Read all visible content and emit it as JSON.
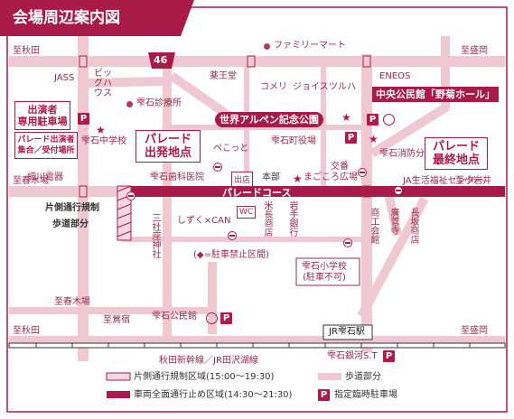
{
  "title": "会場周辺案内図",
  "route_number": "46",
  "places": {
    "family_mart": "ファミリーマート",
    "jass": "JASS",
    "big_house": "ビッグハウス",
    "shizukuishi_clinic": "雫石診療所",
    "yakuodo": "薬王堂",
    "komeri": "コメリ",
    "joyce": "ジョイス",
    "tsuruha": "ツルハ",
    "eneos": "ENEOS",
    "chuo_kominkan": "中央公民館「野菊ホール」",
    "world_alpen_park": "世界アルペン記念公園",
    "town_office": "雫石町役場",
    "junior_high": "雫石中学校",
    "fire_station": "雫石消防分署",
    "kosha": "交番",
    "dental": "雫石歯科医院",
    "pekotto": "ぺこっと",
    "deguchi": "出店",
    "honbu": "本部",
    "magokoro": "まごころ広場",
    "ja_center": "JA生活福祉センター",
    "hosokawa": "細川電器",
    "sanshain": "三社座神社",
    "shizuku_can": "しずく×CAN",
    "wc": "WC",
    "kome_nagao": "米長商店",
    "iwate_bank": "岩手銀行",
    "shoukoukai": "商工会館",
    "hirogi": "廣菅寺",
    "nagasaka": "長坂商店",
    "elementary": "雫石小学校\n(駐車不可)",
    "kominkan": "雫石公民館",
    "jr_station": "JR雫石駅",
    "ginga_st": "雫石銀河S.T"
  },
  "labels": {
    "parade_start": "パレード\n出発地点",
    "parade_end": "パレード\n最終地点",
    "parade_course": "パレードコース",
    "parking_title": "出演者\n専用駐車場",
    "meeting": "パレード出演者\n集合／受付場所",
    "one_way": "片側通行規制",
    "sidewalk_part": "歩道部分",
    "no_parking_section": "(◆=駐車禁止区間)",
    "railway": "秋田新幹線／JR田沢湖線"
  },
  "directions": {
    "akita_top": "至秋田",
    "morioka_top": "至盛岡",
    "harukiba_left": "至春木場",
    "koshiwari": "至小岩井",
    "harukiba_lower": "至春木場",
    "gosho": "至鶯宿",
    "akita_bottom": "至秋田",
    "morioka_bottom": "至盛岡"
  },
  "legend": {
    "one_way_zone": "片側通行規制区域(15:00〜19:30)",
    "sidewalk": "歩道部分",
    "closure_zone": "車両全面通行止め区域(14:30〜21:30)",
    "designated_parking": "指定臨時駐車場"
  },
  "colors": {
    "accent": "#b0194a",
    "road": "#f0c8d2",
    "road_dark": "#e3a6b8"
  }
}
